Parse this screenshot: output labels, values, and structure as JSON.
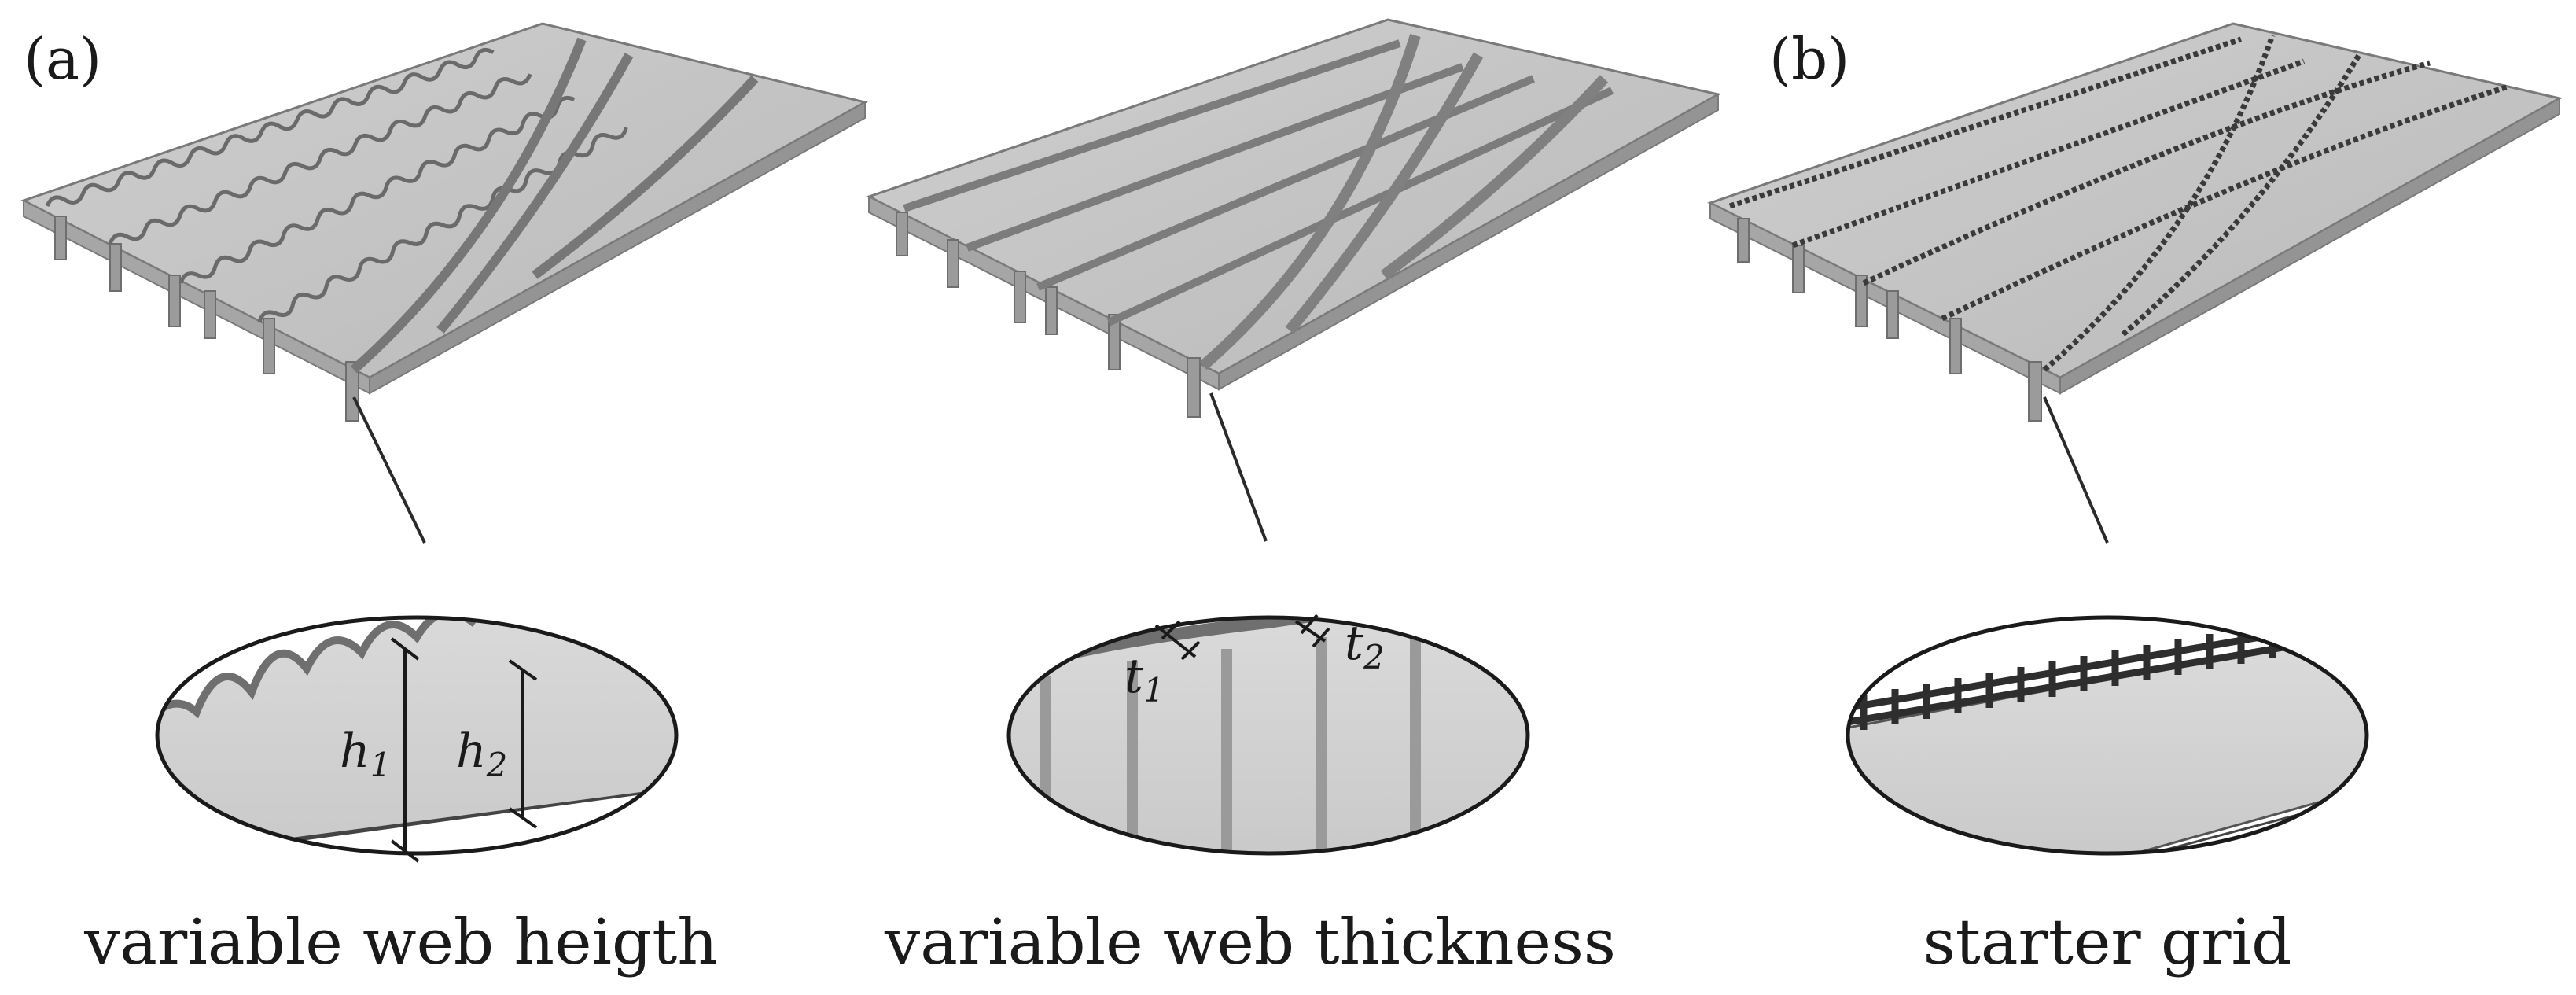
{
  "panels": [
    {
      "letter": "(a)",
      "caption": "variable web heigth",
      "dims": [
        "h",
        "1",
        "h",
        "2"
      ]
    },
    {
      "letter": "",
      "caption": "variable web thickness",
      "dims": [
        "t",
        "1",
        "t",
        "2"
      ]
    },
    {
      "letter": "(b)",
      "caption": "starter grid",
      "dims": []
    }
  ],
  "colors": {
    "slab_top": "#c4c4c4",
    "slab_side": "#9c9c9c",
    "rib": "#8a8a8a",
    "grid": "#2e2e2e",
    "web_fill": "#d2d2d2"
  }
}
